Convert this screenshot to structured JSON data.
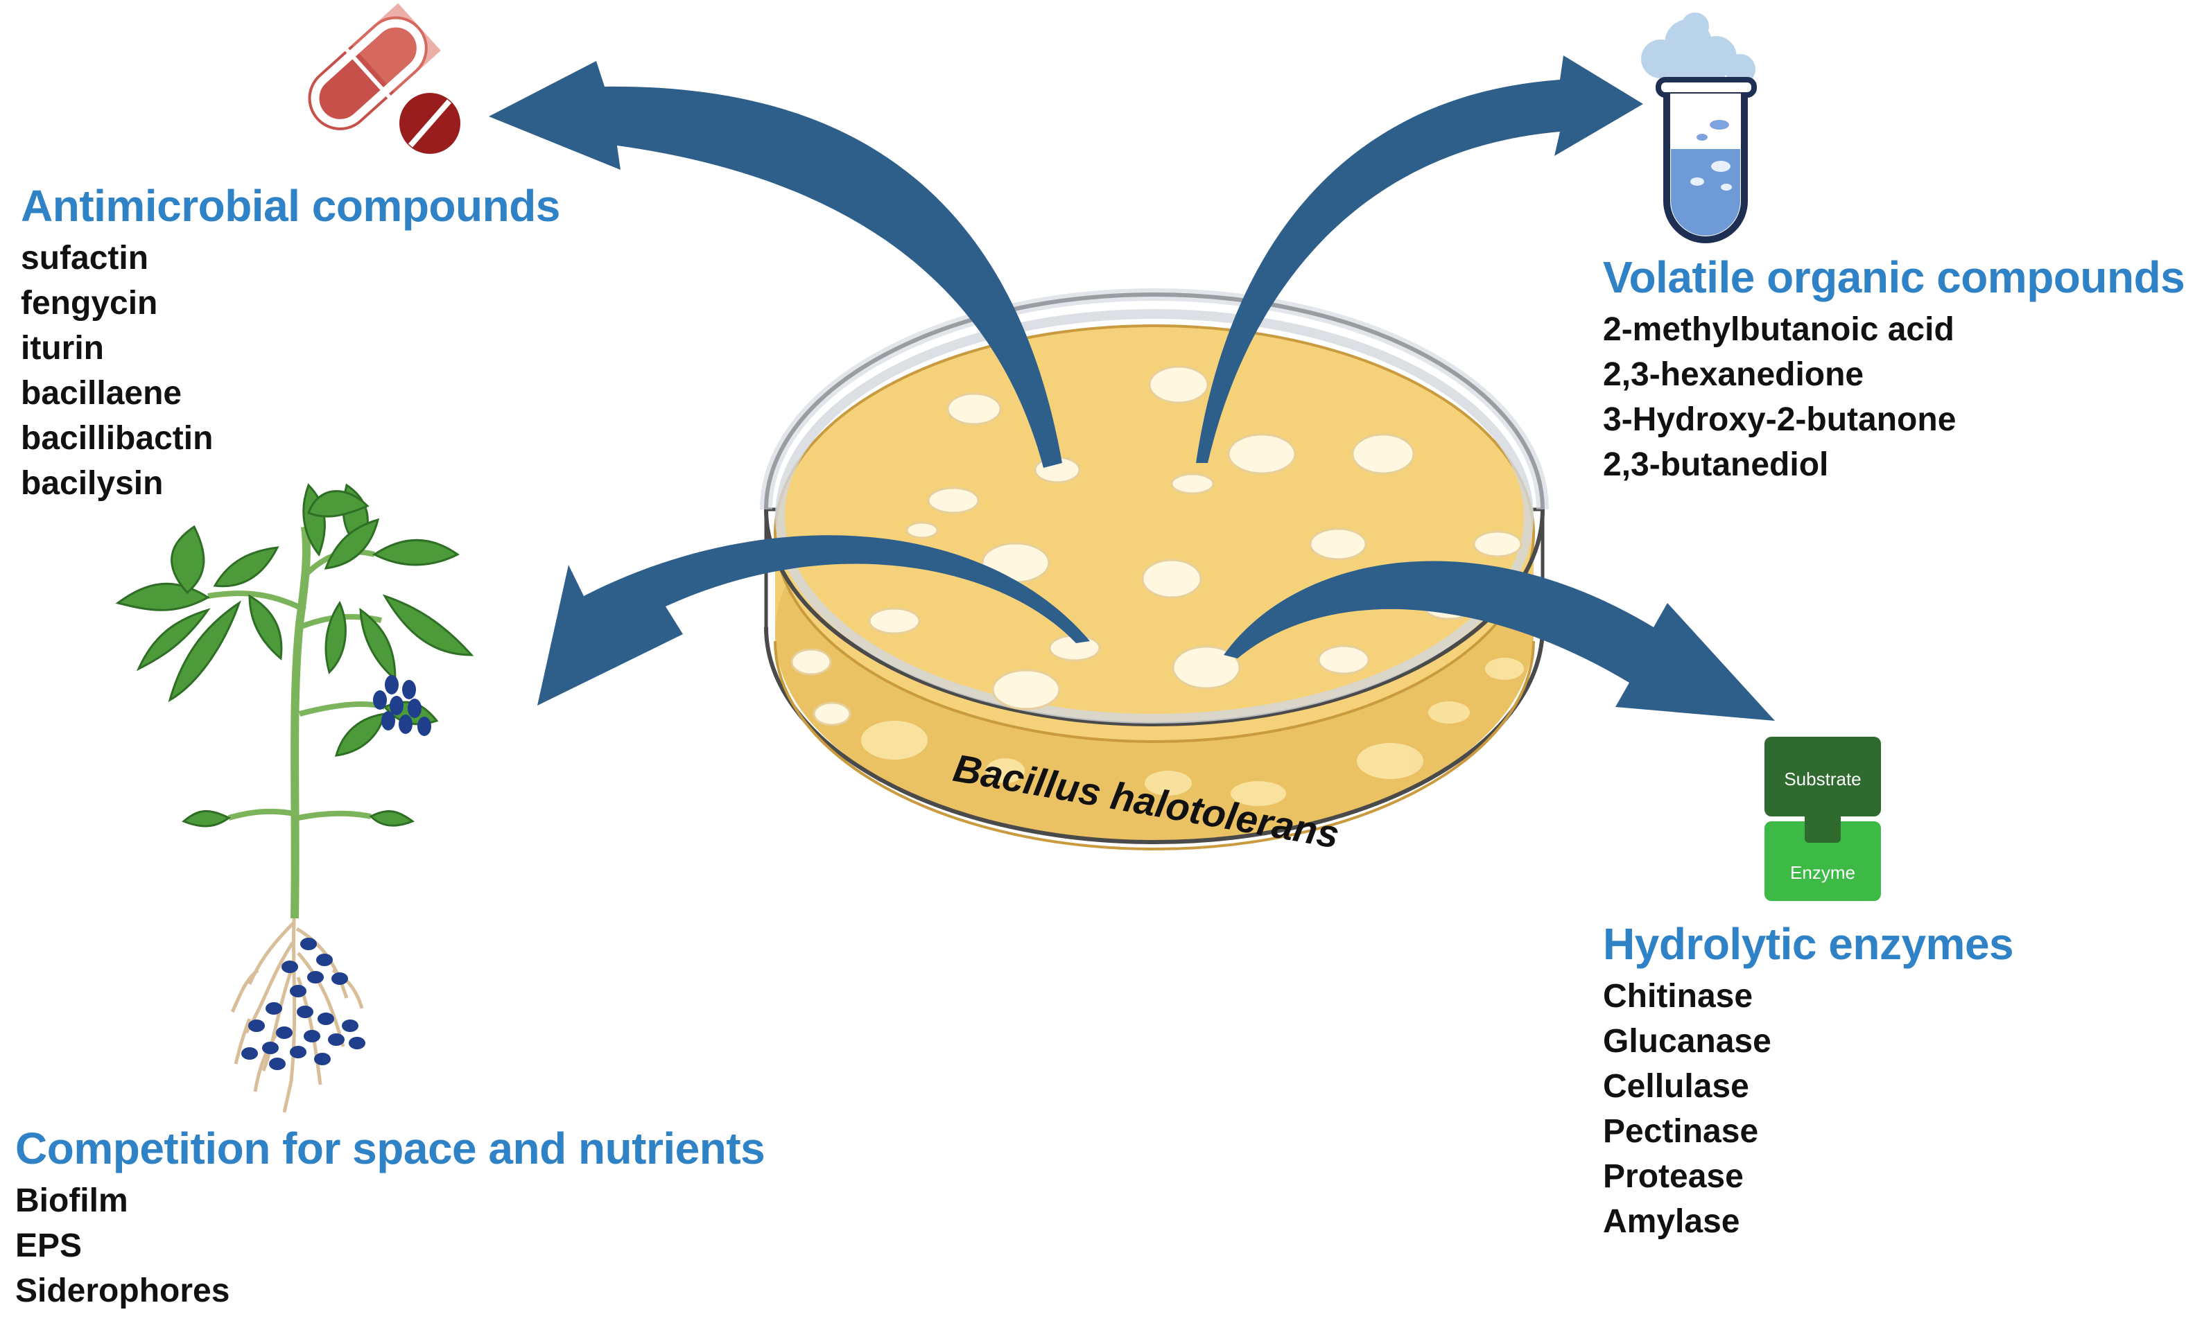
{
  "organism": "Bacillus halotolerans",
  "colors": {
    "heading": "#2f82c5",
    "arrow": "#2e5f8a",
    "agar": "#f2cd72",
    "agar_dark": "#dcae4e",
    "dish_rim": "#c9cfd6",
    "colony": "#fff6dc",
    "leaf": "#4c9a3a",
    "stem": "#7bb45a",
    "root": "#d8bf9a",
    "bacteria": "#1f3f8c",
    "pill_light": "#c8504a",
    "pill_dark": "#9a1d1d",
    "substrate": "#2f6b2e",
    "enzyme": "#3dba45",
    "liquid": "#6f9ad8"
  },
  "icons": {
    "antimicrobial": "capsule-pill-icon",
    "volatile": "test-tube-icon",
    "hydrolytic": "enzyme-substrate-icon",
    "competition": "tomato-plant-icon"
  },
  "enzyme_icon": {
    "substrate_label": "Substrate",
    "enzyme_label": "Enzyme"
  },
  "sections": {
    "antimicrobial": {
      "heading": "Antimicrobial compounds",
      "items": [
        "sufactin",
        "fengycin",
        "iturin",
        "bacillaene",
        "bacillibactin",
        "bacilysin"
      ]
    },
    "volatile": {
      "heading": "Volatile organic compounds",
      "items": [
        "2-methylbutanoic acid",
        "2,3-hexanedione",
        "3-Hydroxy-2-butanone",
        "2,3-butanediol"
      ]
    },
    "hydrolytic": {
      "heading": "Hydrolytic enzymes",
      "items": [
        "Chitinase",
        "Glucanase",
        "Cellulase",
        "Pectinase",
        "Protease",
        "Amylase"
      ]
    },
    "competition": {
      "heading": "Competition for space and nutrients",
      "items": [
        "Biofilm",
        "EPS",
        "Siderophores"
      ]
    }
  }
}
